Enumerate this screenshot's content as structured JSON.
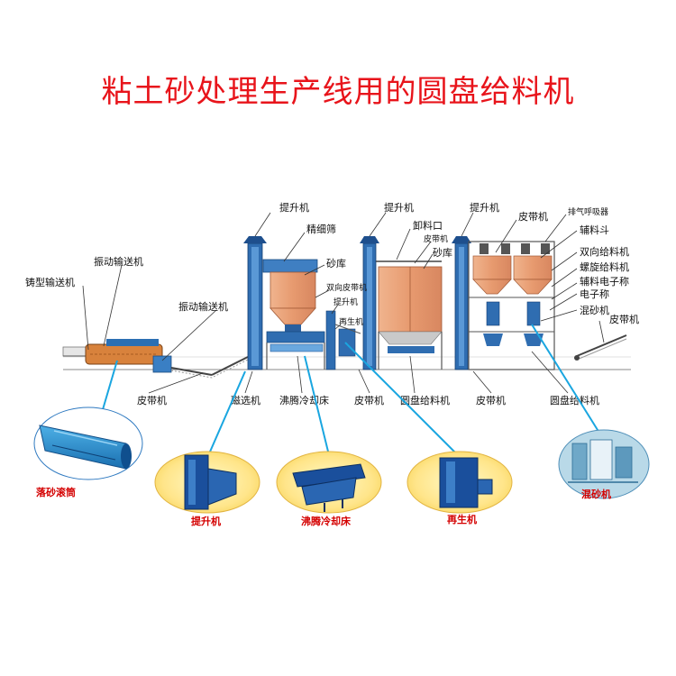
{
  "title": "粘土砂处理生产线用的圆盘给料机",
  "labels": {
    "elevator_1": "提升机",
    "fine_screen": "精细筛",
    "sand_bin_1": "砂库",
    "twoway_belt": "双向皮带机",
    "elevator_small": "提升机",
    "regenerator_small": "再生机",
    "elevator_2": "提升机",
    "unload_port": "卸料口",
    "belt_small": "皮带机",
    "sand_bin_2": "砂库",
    "elevator_3": "提升机",
    "belt_top": "皮带机",
    "breather": "排气呼吸器",
    "aux_hopper": "辅料斗",
    "twoway_feeder": "双向给料机",
    "screw_feeder": "螺旋给料机",
    "aux_scale": "辅料电子称",
    "e_scale": "电子称",
    "mixer": "混砂机",
    "belt_right": "皮带机",
    "casting_conveyor": "铸型输送机",
    "vib_conveyor_top": "振动输送机",
    "vib_conveyor_mid": "振动输送机",
    "belt_bottom_1": "皮带机",
    "magnetic_sep": "磁选机",
    "fluid_cooler": "沸腾冷却床",
    "belt_bottom_2": "皮带机",
    "disc_feeder_1": "圆盘给料机",
    "belt_bottom_3": "皮带机",
    "disc_feeder_2": "圆盘给料机"
  },
  "captions": {
    "drum": "落砂滚筒",
    "elevator": "提升机",
    "cooler": "沸腾冷却床",
    "regenerator": "再生机",
    "mixer": "混砂机"
  },
  "colors": {
    "title": "#e8141b",
    "equipment_blue": "#1a4f9c",
    "bin_orange": "#e8a27a",
    "leader_blue": "#1aa6e0",
    "caption_red": "#d40000"
  }
}
